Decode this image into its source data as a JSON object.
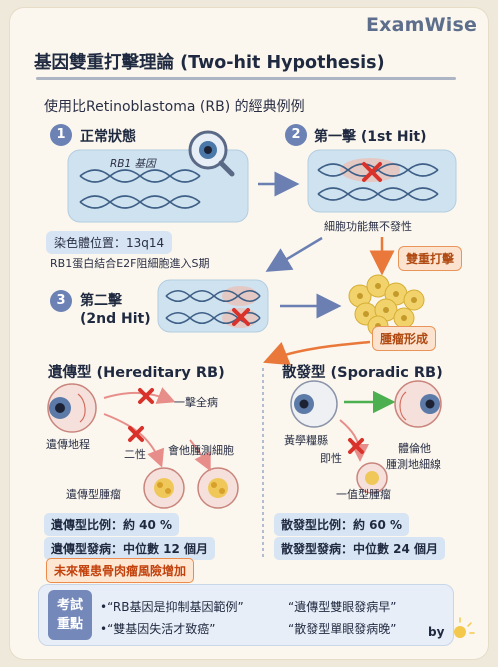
{
  "brand": "ExamWise",
  "title": "基因雙重打擊理論 (Two-hit Hypothesis)",
  "subtitle": "使用比Retinoblastoma (RB) 的經典例例",
  "stages": {
    "s1": {
      "num": "1",
      "label": "正常狀態",
      "gene_label": "RB1 基因"
    },
    "s2": {
      "num": "2",
      "label": "第一擊 (1st Hit)",
      "caption": "細胞功能無不發性"
    },
    "s3": {
      "num": "3",
      "label_line1": "第二擊",
      "label_line2": "(2nd Hit)"
    }
  },
  "chrom_location": "染色體位置：13q14",
  "rb1_function": "RB1蛋白結合E2F阻細胞進入S期",
  "tags": {
    "double_hit": "雙重打擊",
    "tumor_formation": "腫瘤形成"
  },
  "hereditary": {
    "title": "遺傳型 (Hereditary RB)",
    "first_hit_label": "一擊全病",
    "inherited_label": "遺傳地程",
    "second_label": "二性",
    "other_cells_label": "會他腫測細胞",
    "tumor_label": "遺傳型腫瘤",
    "ratio": "遺傳型比例：約 40 %",
    "onset": "遺傳型發病：中位數 12 個月",
    "warning": "未來罹患骨肉瘤風險增加"
  },
  "sporadic": {
    "title": "散發型 (Sporadic RB)",
    "label_a": "黃學糧縣",
    "label_b": "即性",
    "label_c1": "體倫他",
    "label_c2": "腫測地細線",
    "tumor_label": "一值型腫瘤",
    "ratio": "散發型比例：約 60 %",
    "onset": "散發型發病：中位數 24 個月"
  },
  "key_points": {
    "label_line1": "考試",
    "label_line2": "重點",
    "item1_a": "•“RB基因是抑制基因範例”",
    "item1_b": "“遺傳型雙眼發病早”",
    "item2_a": "•“雙基因失活才致癌”",
    "item2_b": "“散發型單眼發病晚”"
  },
  "byline": "by",
  "colors": {
    "accent": "#6c82b5",
    "orange": "#ec8b4b",
    "red_x": "#d9322b",
    "green": "#4caf50"
  }
}
